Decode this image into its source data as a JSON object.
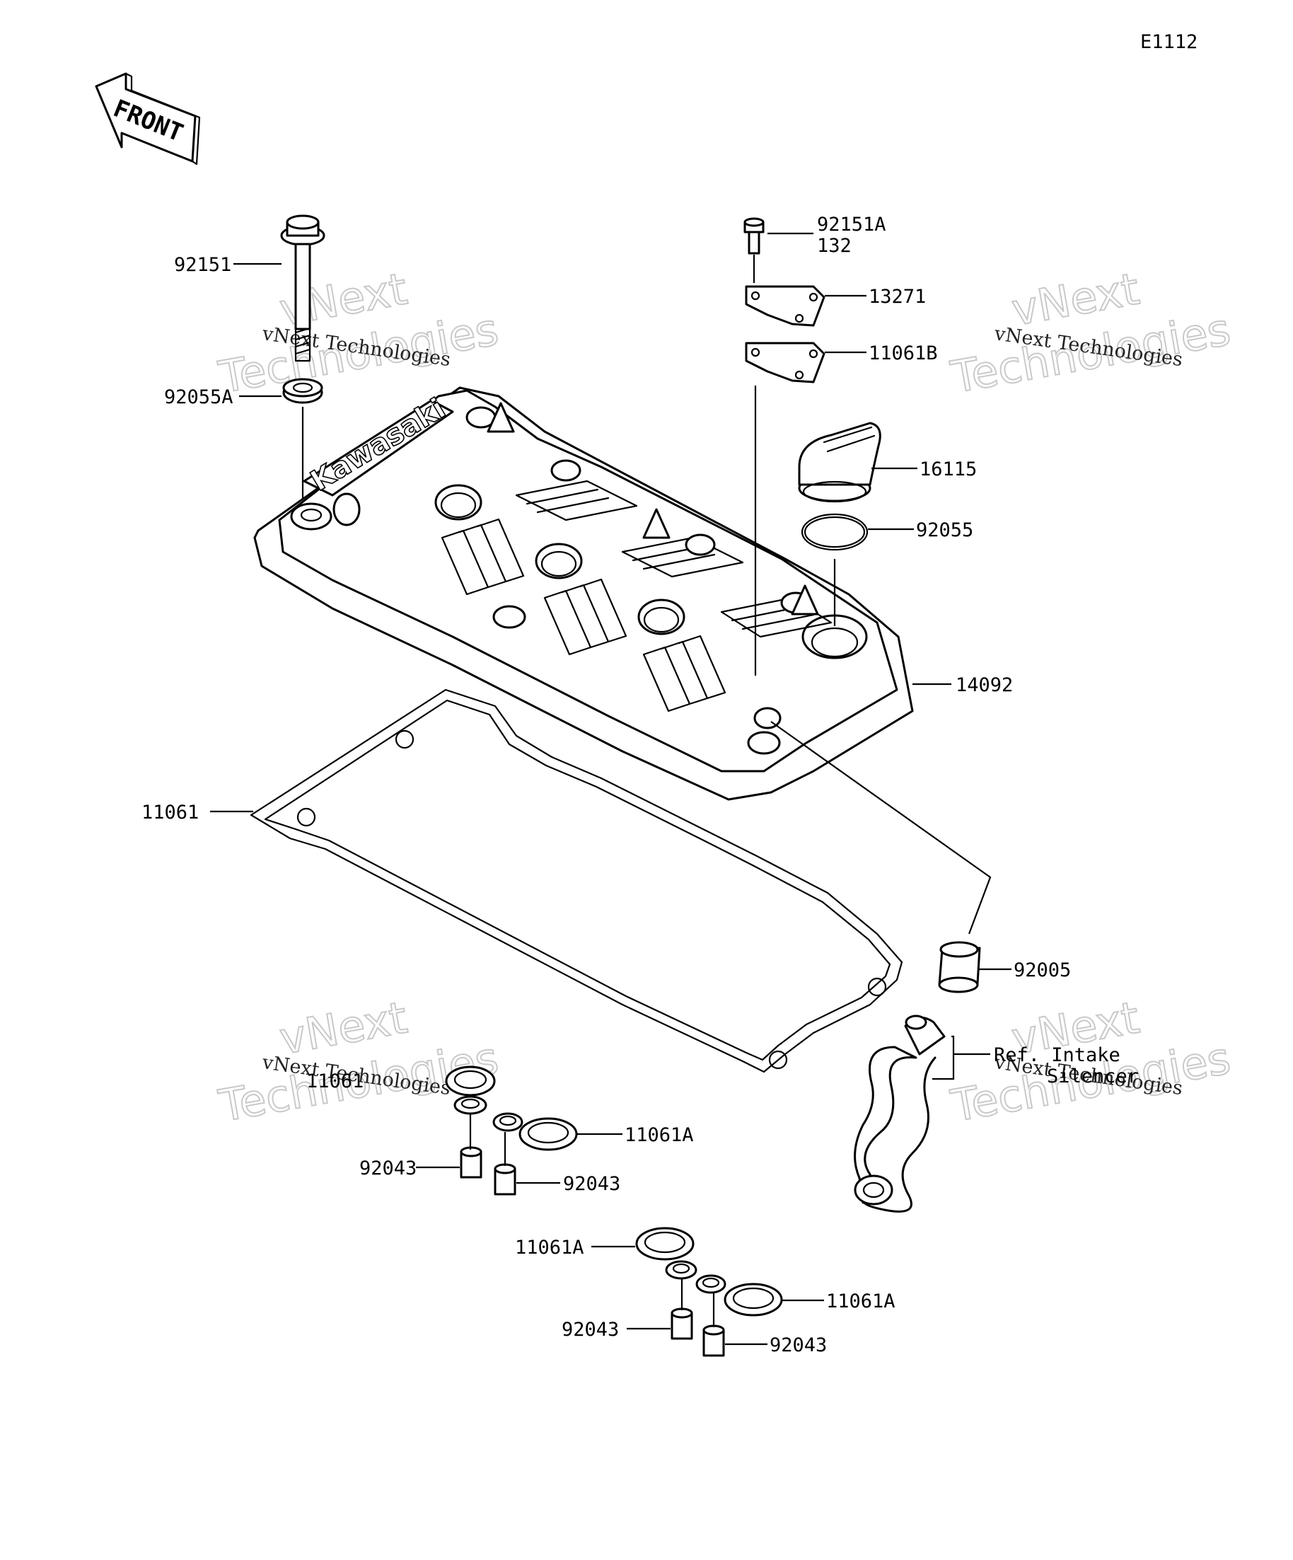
{
  "diagram_code": "E1112",
  "front_label": "FRONT",
  "brand_mark": "Kawasaki",
  "watermark": {
    "line1": "vNext",
    "line2": "Technologies",
    "caption": "vNext Technologies"
  },
  "parts": {
    "p92151": "92151",
    "p92055A": "92055A",
    "p92151A": "92151A",
    "p92151A_qty": "132",
    "p13271": "13271",
    "p11061B": "11061B",
    "p16115": "16115",
    "p92055": "92055",
    "p14092": "14092",
    "p11061": "11061",
    "p92005": "92005",
    "ref_intake_1": "Ref. Intake",
    "ref_intake_2": "Silencer",
    "p11061A_partial": "11061",
    "p92043_a": "92043",
    "p92043_b": "92043",
    "p11061A_a": "11061A",
    "p11061A_b": "11061A",
    "p11061A_c": "11061A",
    "p92043_c": "92043",
    "p92043_d": "92043"
  }
}
